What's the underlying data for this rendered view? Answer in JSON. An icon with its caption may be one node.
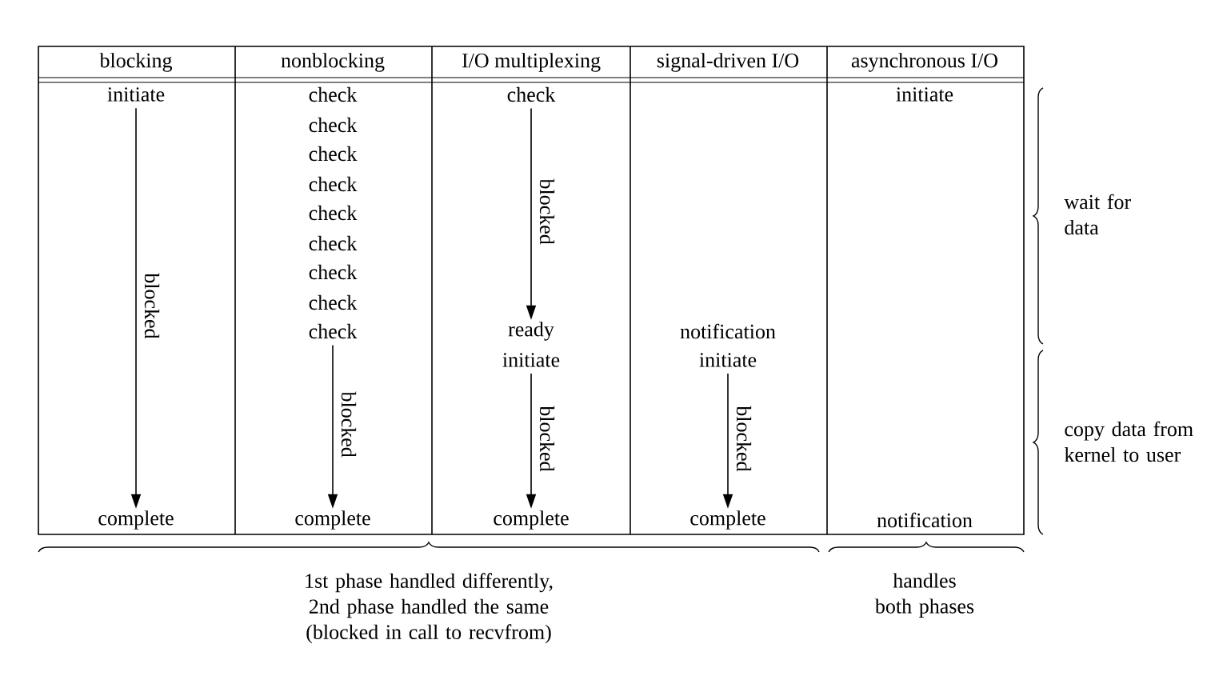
{
  "diagram": {
    "nodes": [
      {
        "text": [
          "initiate"
        ]
      },
      {
        "text": [
          "complete"
        ]
      },
      {
        "text": [
          "check"
        ]
      },
      {
        "text": [
          "check"
        ]
      },
      {
        "text": [
          "check"
        ]
      },
      {
        "text": [
          "check"
        ]
      },
      {
        "text": [
          "check"
        ]
      },
      {
        "text": [
          "check"
        ]
      },
      {
        "text": [
          "check"
        ]
      },
      {
        "text": [
          "check"
        ]
      },
      {
        "text": [
          "check"
        ]
      },
      {
        "text": [
          "complete"
        ]
      },
      {
        "text": [
          "check"
        ]
      },
      {
        "text": [
          "ready"
        ]
      },
      {
        "text": [
          "initiate"
        ]
      },
      {
        "text": [
          "complete"
        ]
      },
      {
        "text": [
          "notification"
        ]
      },
      {
        "text": [
          "initiate"
        ]
      },
      {
        "text": [
          "complete"
        ]
      },
      {
        "text": [
          "initiate"
        ]
      },
      {
        "text": [
          "notification"
        ]
      }
    ],
    "edges": [
      {
        "from": 0,
        "to": 1,
        "arrow": "to",
        "label": "blocked"
      },
      {
        "from": 10,
        "to": 11,
        "arrow": "to",
        "label": "blocked"
      },
      {
        "from": 12,
        "to": 13,
        "arrow": "to",
        "label": "blocked"
      },
      {
        "from": 14,
        "to": 15,
        "arrow": "to",
        "label": "blocked"
      },
      {
        "from": 17,
        "to": 18,
        "arrow": "to",
        "label": "blocked"
      }
    ],
    "labels": [
      "blocking",
      "nonblocking",
      "I/O multiplexing",
      "signal-driven I/O",
      "asynchronous I/O",
      "wait for data",
      "copy data from kernel to user",
      "1st phase handled differently, 2nd phase handled the same (blocked in call to recvfrom)",
      "handles both phases"
    ]
  }
}
